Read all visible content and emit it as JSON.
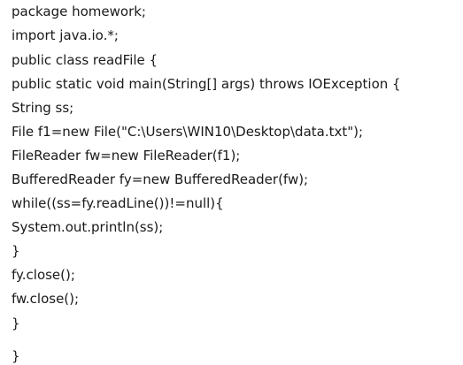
{
  "code": {
    "lines": [
      "package homework;",
      "import java.io.*;",
      "public class readFile {",
      "public static void main(String[] args) throws IOException {",
      "String ss;",
      "File f1=new File(\"C:\\Users\\WIN10\\Desktop\\data.txt\");",
      "FileReader fw=new FileReader(f1);",
      "BufferedReader fy=new BufferedReader(fw);",
      "while((ss=fy.readLine())!=null){",
      "System.out.println(ss);",
      "}",
      "fy.close();",
      "fw.close();",
      "}",
      "}"
    ]
  }
}
